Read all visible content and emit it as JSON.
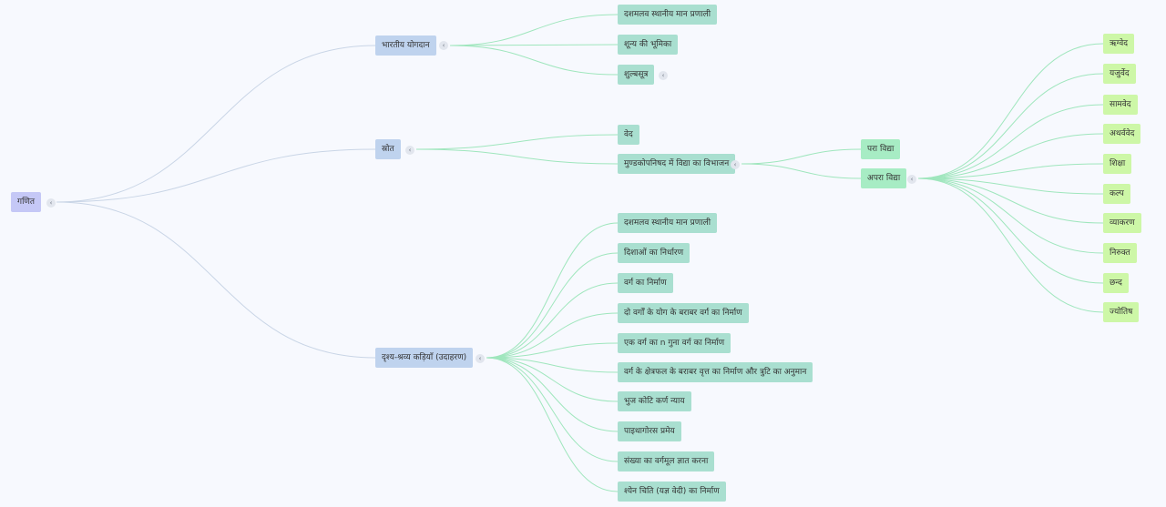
{
  "root": "गणित",
  "toggle_symbol": "‹",
  "colors": {
    "root": "#c5c8f6",
    "level1": "#bfd3ee",
    "level2": "#a9dfd0",
    "level3": "#a7ecc4",
    "level4": "#cdf7a7",
    "link": "#c9d5e6",
    "link_green": "#9fe6bd"
  },
  "branches": [
    {
      "label": "भारतीय योगदान",
      "children": [
        "दशमलव स्थानीय मान प्रणाली",
        "शून्य की भूमिका",
        "शुल्बसूत्र"
      ]
    },
    {
      "label": "स्रोत",
      "children": [
        "वेद",
        "मुण्डकोपनिषद में विद्या का विभाजन"
      ],
      "sub_children": [
        "परा विद्या",
        "अपरा विद्या"
      ],
      "leaf_children": [
        "ऋग्वेद",
        "यजुर्वेद",
        "सामवेद",
        "अथर्ववेद",
        "शिक्षा",
        "कल्प",
        "व्याकरण",
        "निरुक्त",
        "छन्द",
        "ज्योतिष"
      ]
    },
    {
      "label": "दृश्य-श्रव्य कड़ियाँ (उदाहरण)",
      "children": [
        "दशमलव स्थानीय मान प्रणाली",
        "दिशाओं का निर्धारण",
        "वर्ग का निर्माण",
        "दो वर्गों के योग के बराबर वर्ग का निर्माण",
        "एक वर्ग का n गुना वर्ग का निर्माण",
        "वर्ग के क्षेत्रफल के बराबर वृत्त का निर्माण और त्रुटि का अनुमान",
        "भुज कोटि कर्ण न्याय",
        "पाइथागोरस प्रमेय",
        "संख्या का वर्गमूल ज्ञात करना",
        "श्येन चिति (यज्ञ वेदी) का निर्माण"
      ]
    }
  ]
}
